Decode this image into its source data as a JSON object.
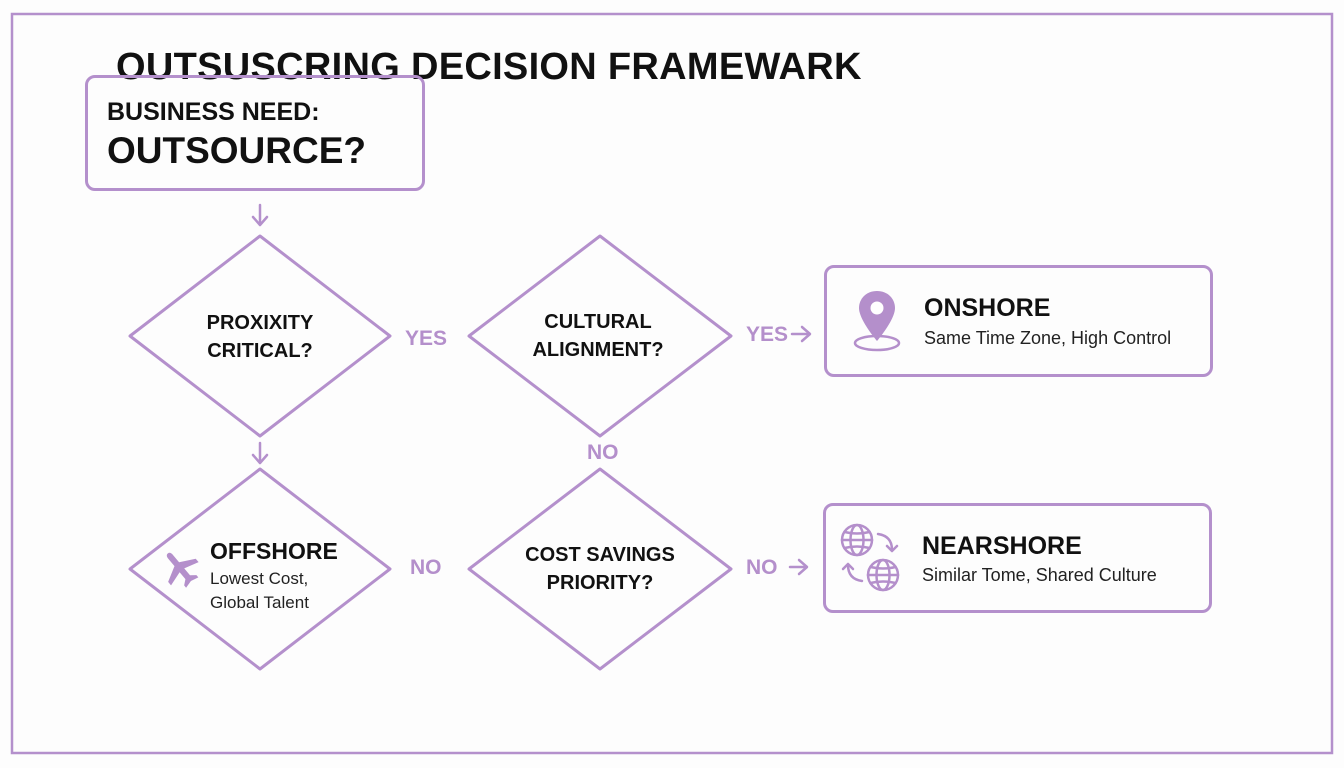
{
  "title": "OUTSUSCRING DECISION FRAMEWARK",
  "start": {
    "subtitle": "BUSINESS NEED:",
    "question": "OUTSOURCE?"
  },
  "decisions": {
    "proximity": {
      "line1": "PROXIXITY",
      "line2": "CRITICAL?"
    },
    "cultural": {
      "line1": "CULTURAL",
      "line2": "ALIGNMENT?"
    },
    "cost": {
      "line1": "COST SAVINGS",
      "line2": "PRIORITY?"
    }
  },
  "offshore": {
    "title": "OFFSHORE",
    "line1": "Lowest Cost,",
    "line2": "Global Talent",
    "icon": "airplane-icon"
  },
  "onshore": {
    "title": "ONSHORE",
    "desc": "Same Time Zone, High Control",
    "icon": "location-pin-icon"
  },
  "nearshore": {
    "title": "NEARSHORE",
    "desc": "Similar Tome, Shared Culture",
    "icon": "globe-exchange-icon"
  },
  "edges": {
    "proximity_to_cultural": "YES",
    "cultural_to_onshore": "YES",
    "cultural_to_cost": "NO",
    "cost_to_offshore": "NO",
    "cost_to_nearshore": "NO"
  },
  "colors": {
    "accent": "#b490cc",
    "text": "#111111",
    "background": "#fdfdfd"
  }
}
